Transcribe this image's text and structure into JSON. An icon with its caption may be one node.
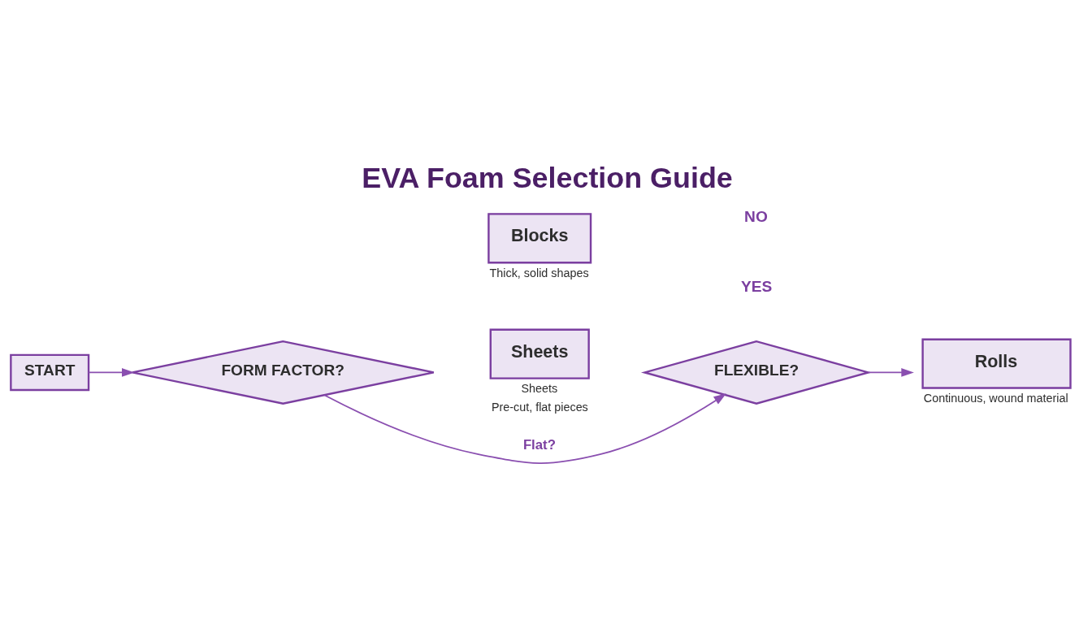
{
  "diagram": {
    "title": "EVA Foam Selection Guide",
    "nodes": [
      {
        "text": [
          "START"
        ]
      },
      {
        "text": [
          "FORM FACTOR?"
        ]
      },
      {
        "text": [
          "Blocks"
        ],
        "beside": [
          "Thick, solid shapes"
        ]
      },
      {
        "text": [
          "Sheets"
        ],
        "beside": [
          "Sheets",
          "Pre-cut, flat pieces"
        ]
      },
      {
        "text": [
          "FLEXIBLE?"
        ]
      },
      {
        "text": [
          "Rolls"
        ],
        "beside": [
          "Continuous, wound material"
        ]
      }
    ],
    "edges": [
      {
        "from": 0,
        "to": 1,
        "arrow": "to"
      },
      {
        "from": 1,
        "to": 4,
        "arrow": "to",
        "label": "Flat?"
      },
      {
        "from": 4,
        "to": 5,
        "arrow": "to"
      }
    ],
    "labels": [
      "YES",
      "NO"
    ]
  }
}
